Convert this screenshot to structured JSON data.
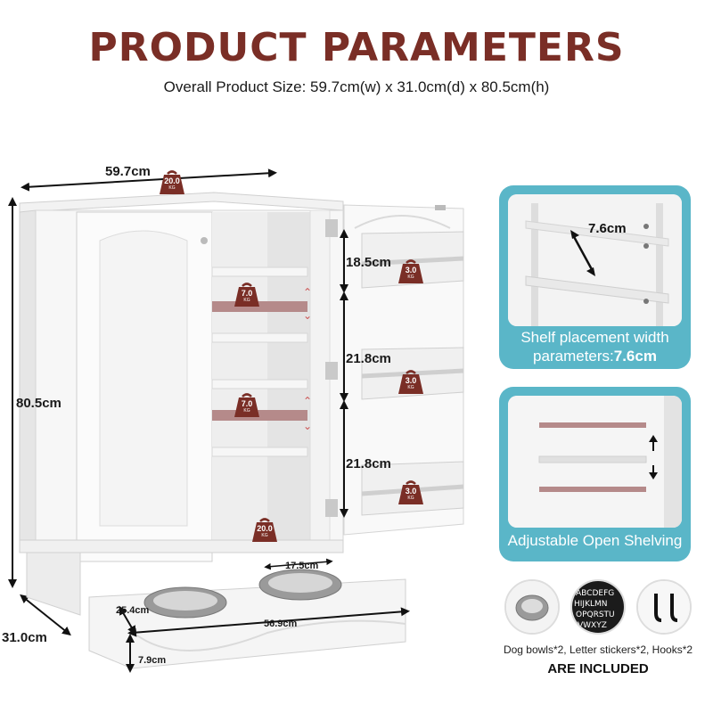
{
  "header": {
    "title": "PRODUCT PARAMETERS",
    "subtitle": "Overall Product Size: 59.7cm(w) x 31.0cm(d) x 80.5cm(h)"
  },
  "dimensions": {
    "width": "59.7cm",
    "height": "80.5cm",
    "depth": "31.0cm",
    "door_gap_1": "18.5cm",
    "door_gap_2": "21.8cm",
    "door_gap_3": "21.8cm",
    "bowl_gap": "17.5cm",
    "tray_depth": "25.4cm",
    "tray_length": "56.9cm",
    "tray_height": "7.9cm"
  },
  "weights": {
    "top": "20.0",
    "shelf_upper": "7.0",
    "shelf_lower": "7.0",
    "bottom": "20.0",
    "door_rack_1": "3.0",
    "door_rack_2": "3.0",
    "door_rack_3": "3.0",
    "unit": "KG"
  },
  "panels": {
    "shelf": {
      "measure": "7.6cm",
      "caption_line1": "Shelf placement width",
      "caption_line2": "parameters:",
      "caption_value": "7.6cm"
    },
    "adjustable": {
      "caption": "Adjustable Open Shelving"
    }
  },
  "accessories": {
    "items_text": "Dog bowls*2, Letter stickers*2, Hooks*2",
    "included_text": "ARE INCLUDED"
  },
  "colors": {
    "title": "#7a2e26",
    "panel": "#5ab6c8",
    "weight_badge": "#7a2e26",
    "shelf_highlight": "#b58a8a"
  }
}
